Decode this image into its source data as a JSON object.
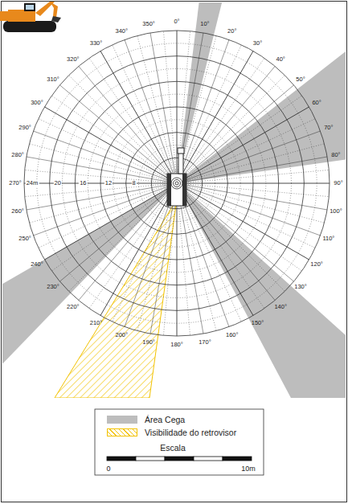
{
  "diagram": {
    "labels": [
      "0°",
      "10°",
      "20°",
      "30°",
      "40°",
      "50°",
      "60°",
      "70°",
      "80°",
      "90°",
      "100°",
      "110°",
      "120°",
      "130°",
      "140°",
      "150°",
      "160°",
      "170°",
      "180°",
      "190°",
      "200°",
      "210°",
      "220°",
      "230°",
      "240°",
      "250°",
      "260°",
      "270°",
      "280°",
      "290°",
      "300°",
      "310°",
      "320°",
      "330°",
      "340°",
      "350°",
      "24m",
      "20",
      "16",
      "12",
      "8",
      "Escala",
      "0",
      "10m"
    ],
    "legend": [
      {
        "text": "Área Cega",
        "color": "#bdbdbd"
      },
      {
        "text": "Visibilidade do retrovisor"
      }
    ]
  }
}
